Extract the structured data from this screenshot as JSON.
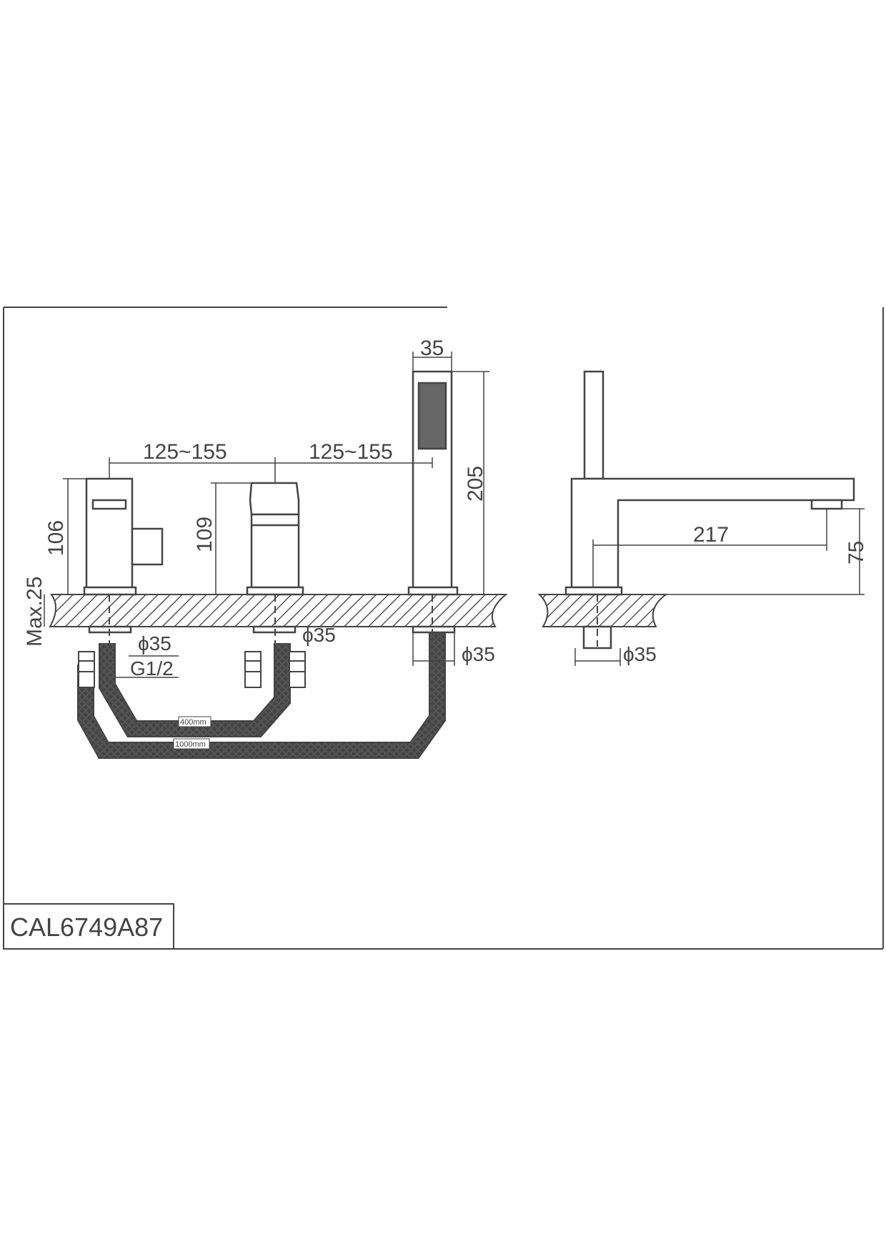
{
  "drawing": {
    "model_code": "CAL6749A87",
    "spacing_1": "125~155",
    "spacing_2": "125~155",
    "handshower_width": "35",
    "handshower_height": "205",
    "mixer_height": "106",
    "valve_height": "109",
    "max_thickness": "Max.25",
    "dia_1": "ϕ35",
    "dia_2": "ϕ35",
    "dia_3": "ϕ35",
    "dia_4": "ϕ35",
    "thread": "G1/2",
    "hose_short": "400mm",
    "hose_long": "1000mm",
    "spout_reach": "217",
    "spout_height": "75"
  },
  "colors": {
    "line": "#444444",
    "hatch": "#555555"
  }
}
